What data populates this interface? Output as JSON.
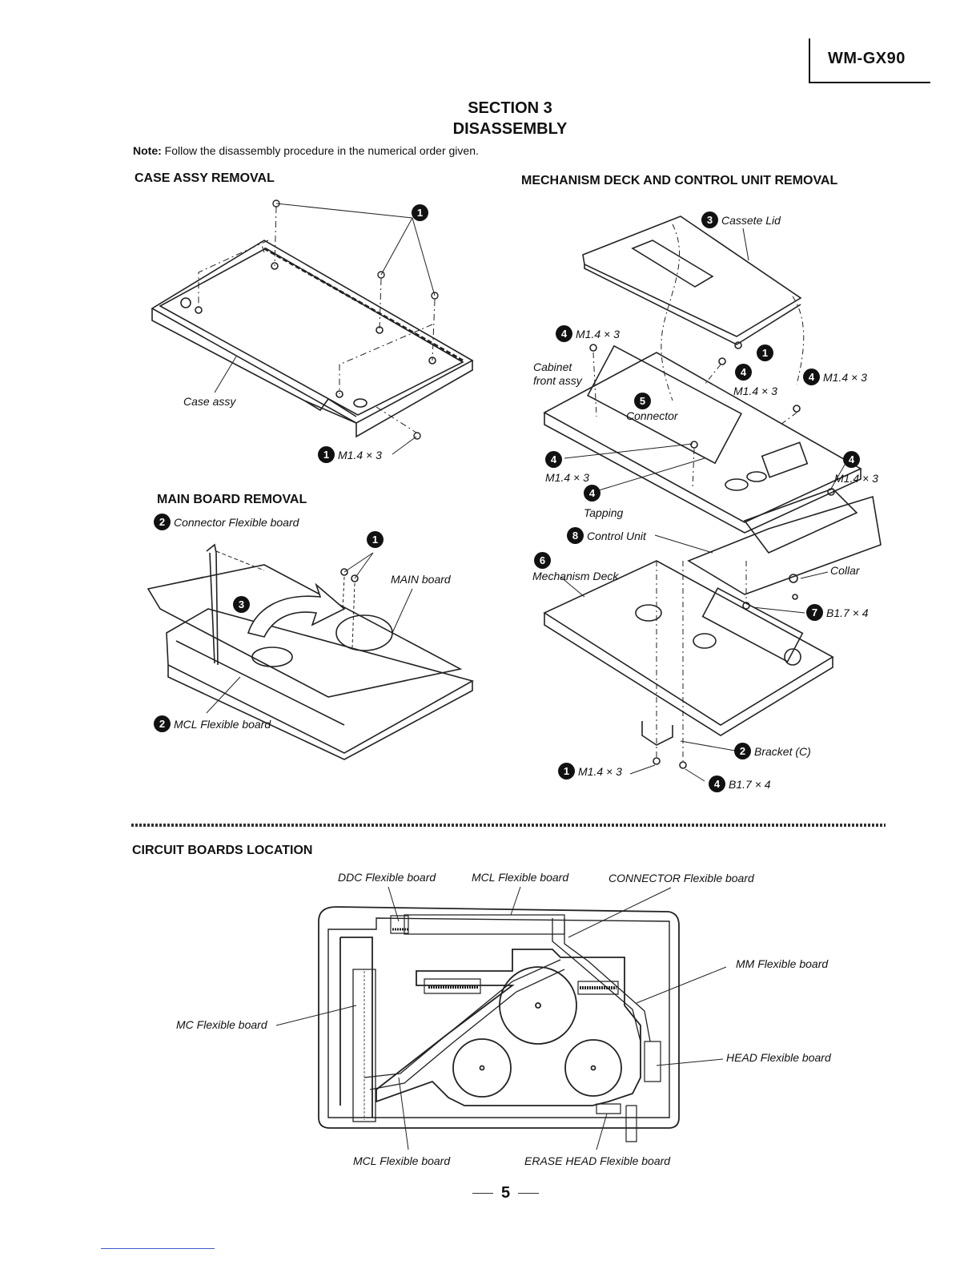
{
  "header": {
    "model": "WM-GX90"
  },
  "title": {
    "section": "SECTION 3",
    "name": "DISASSEMBLY"
  },
  "note": {
    "label": "Note:",
    "text": "Follow the disassembly procedure in the numerical order given."
  },
  "case_assy": {
    "heading": "CASE ASSY REMOVAL",
    "step1": "1",
    "part_label": "Case assy",
    "screw_step": "1",
    "screw_label": "M1.4 × 3"
  },
  "main_board": {
    "heading": "MAIN BOARD REMOVAL",
    "connector_step": "2",
    "connector_label": "Connector Flexible board",
    "screw_step": "1",
    "lift_step": "3",
    "main_label": "MAIN board",
    "mcl_step": "2",
    "mcl_label": "MCL Flexible board"
  },
  "mechanism": {
    "heading": "MECHANISM DECK AND CONTROL UNIT REMOVAL",
    "lid_step": "3",
    "lid_label": "Cassete Lid",
    "screw_a_step": "4",
    "screw_a_label": "M1.4 × 3",
    "cabinet_label_1": "Cabinet",
    "cabinet_label_2": "front assy",
    "lid_screw_step": "1",
    "mid_screw_step": "4",
    "mid_screw_label": "M1.4 × 3",
    "right_screw_step": "4",
    "right_screw_label": "M1.4 × 3",
    "connector_step": "5",
    "connector_label": "Connector",
    "left_step": "4",
    "left_label": "M1.4 × 3",
    "tap_step": "4",
    "tap_label": "Tapping",
    "right2_step": "4",
    "right2_label": "M1.4 × 3",
    "control_step": "8",
    "control_label": "Control Unit",
    "deck_step": "6",
    "deck_label": "Mechanism Deck",
    "collar_label": "Collar",
    "b17_step": "7",
    "b17_label": "B1.7 × 4",
    "bracket_step": "2",
    "bracket_label": "Bracket (C)",
    "bottom_screw_step": "1",
    "bottom_screw_label": "M1.4 × 3",
    "bottom_b_step": "4",
    "bottom_b_label": "B1.7 × 4"
  },
  "circuit": {
    "heading": "CIRCUIT BOARDS LOCATION",
    "ddc": "DDC Flexible board",
    "mcl_top": "MCL Flexible board",
    "connector": "CONNECTOR Flexible board",
    "mm": "MM Flexible board",
    "mc": "MC Flexible board",
    "head": "HEAD Flexible board",
    "mcl_bottom": "MCL Flexible board",
    "erase": "ERASE HEAD Flexible board"
  },
  "footer": {
    "page": "5"
  }
}
